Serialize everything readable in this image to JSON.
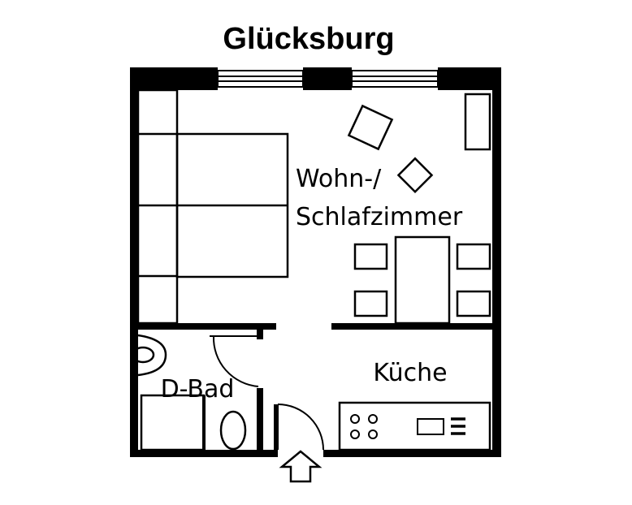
{
  "title": "Glücksburg",
  "rooms": {
    "living": {
      "line1": "Wohn-/",
      "line2": "Schlafzimmer"
    },
    "kitchen": "Küche",
    "bath": "D-Bad"
  },
  "colors": {
    "ink": "#000000",
    "paper": "#ffffff"
  },
  "icons": {
    "entrance": "arrow-up-icon"
  }
}
